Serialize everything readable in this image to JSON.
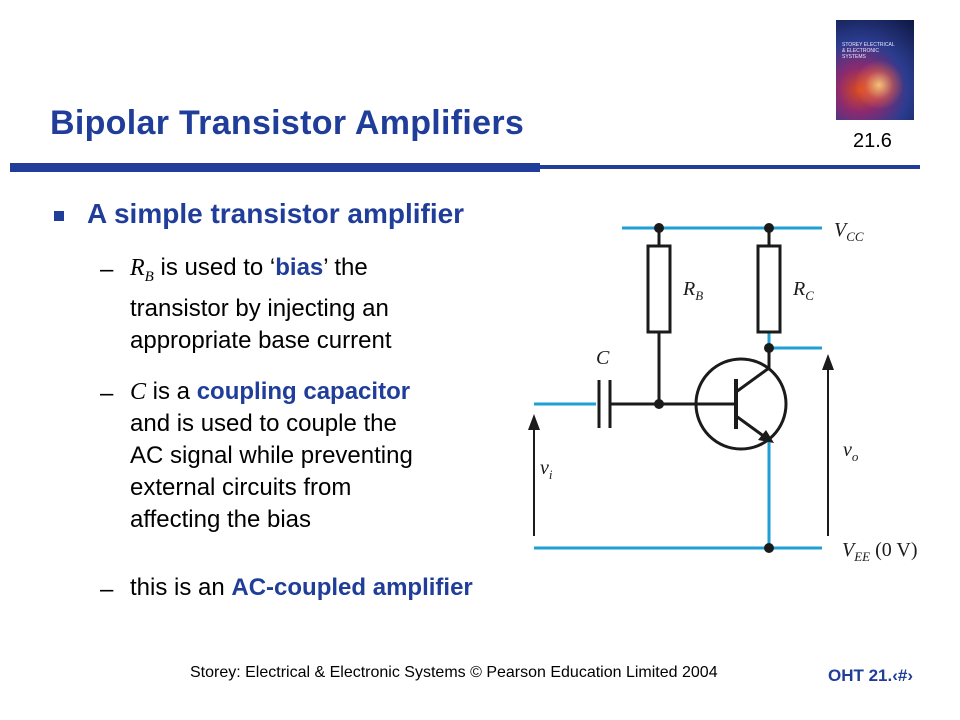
{
  "slide": {
    "title": "Bipolar Transistor Amplifiers",
    "section_number": "21.6",
    "book_cover_text": "STOREY ELECTRICAL\n& ELECTRONIC\nSYSTEMS"
  },
  "bullet": {
    "heading": "A simple transistor amplifier"
  },
  "sub_items": [
    {
      "dash": "–",
      "var_R": "R",
      "var_B": "B",
      "pre": " is used to ‘",
      "hl": "bias",
      "post": "’ the",
      "line2": "transistor by injecting an",
      "line3": "appropriate base current"
    },
    {
      "dash": "–",
      "var": "C",
      "pre": " is a ",
      "hl": "coupling capacitor",
      "line2": "and is used to couple the",
      "line3": "AC signal while preventing",
      "line4": "external circuits from",
      "line5": "affecting the bias"
    },
    {
      "dash": "–",
      "pre": "this is an ",
      "hl": "AC-coupled amplifier"
    }
  ],
  "circuit": {
    "label_vcc": "V",
    "label_vcc_sub": "CC",
    "label_rb": "R",
    "label_rb_sub": "B",
    "label_rc": "R",
    "label_rc_sub": "C",
    "label_c": "C",
    "label_vi": "v",
    "label_vi_sub": "i",
    "label_vo": "v",
    "label_vo_sub": "o",
    "label_vee": "V",
    "label_vee_sub": "EE",
    "label_vee_suffix": " (0 V)",
    "wire_color": "#1e9fd6"
  },
  "footer": {
    "credit": "Storey: Electrical & Electronic Systems © Pearson Education Limited 2004",
    "oht": "OHT 21.‹#›"
  }
}
